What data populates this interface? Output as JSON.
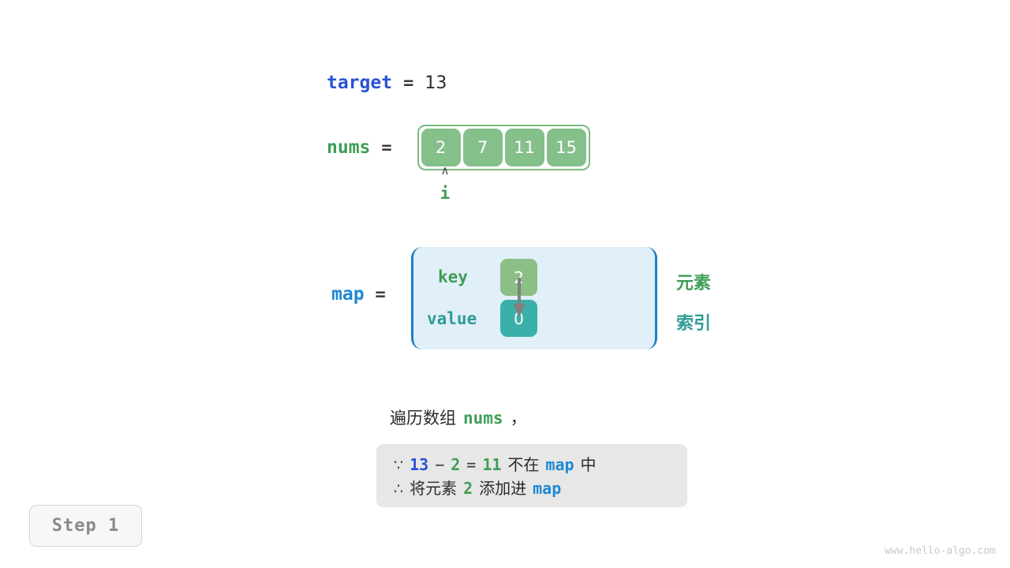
{
  "target": {
    "name": "target",
    "equals": "=",
    "value": "13"
  },
  "nums": {
    "name": "nums",
    "equals": "=",
    "cells": [
      "2",
      "7",
      "11",
      "15"
    ]
  },
  "pointer": {
    "caret": "∧",
    "label": "i"
  },
  "map": {
    "name": "map",
    "equals": "=",
    "key_label": "key",
    "value_label": "value",
    "key_cell": "2",
    "value_cell": "0",
    "side_label_element": "元素",
    "side_label_index": "索引"
  },
  "caption": {
    "prefix": "遍历数组",
    "code": "nums",
    "suffix": "，"
  },
  "note": {
    "line1": {
      "symbol": "∵",
      "a": "13",
      "minus": "−",
      "b": "2",
      "eq": "=",
      "c": "11",
      "text": "不在",
      "map": "map",
      "tail": "中"
    },
    "line2": {
      "symbol": "∴",
      "text": "将元素",
      "value": "2",
      "text2": "添加进",
      "map": "map"
    }
  },
  "step": {
    "label": "Step 1"
  },
  "watermark": {
    "text": "www.hello-algo.com"
  },
  "colors": {
    "green": "#3f9e56",
    "green_cell": "#85bf8a",
    "teal": "#2e9c96",
    "teal_cell": "#3bb0aa",
    "blue_target": "#2a52d6",
    "blue_map": "#1f88d2",
    "map_box_bg": "#e1eff9",
    "map_box_border": "#1f7fc4",
    "note_bg": "#e7e7e7",
    "step_bg": "#f7f7f7",
    "watermark": "#c9c9c9"
  }
}
